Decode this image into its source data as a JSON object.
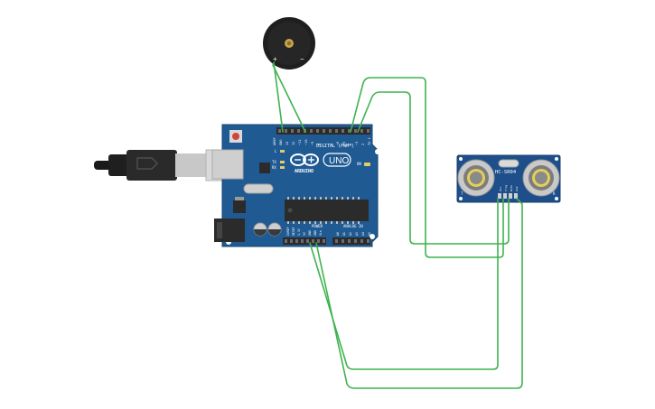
{
  "board": {
    "brand": "ARDUINO",
    "model": "UNO",
    "digital_header": "DIGITAL (PWM~)",
    "power_header": "POWER",
    "analog_header": "ANALOG IN",
    "tx": "TX",
    "rx": "RX",
    "on": "ON",
    "l": "L",
    "aref": "AREF",
    "gnd": "GND",
    "digital_pins": [
      "13",
      "12",
      "~11",
      "~10",
      "~9",
      "8",
      "7",
      "~6",
      "~5",
      "4",
      "~3",
      "2",
      "TX 1",
      "RX 0"
    ],
    "power_pins": [
      "IOREF",
      "RESET",
      "3.3V",
      "5V",
      "GND",
      "GND",
      "Vin"
    ],
    "analog_pins": [
      "A0",
      "A1",
      "A2",
      "A3",
      "A4",
      "A5"
    ]
  },
  "sensor": {
    "label": "HC-SR04",
    "pins": [
      "Vcc",
      "Trig",
      "Echo",
      "Gnd"
    ],
    "corner_left": "T",
    "corner_right": "R"
  },
  "buzzer": {
    "plus": "+",
    "minus": "−"
  },
  "colors": {
    "board": "#1f5a93",
    "board_edge": "#16446f",
    "sensor": "#1e4f8a",
    "wire": "#3fb34f",
    "header": "#2b2b2b",
    "buzzer": "#222222"
  },
  "icons": {
    "usb": "usb-cable-icon",
    "logo": "arduino-infinity-icon"
  }
}
